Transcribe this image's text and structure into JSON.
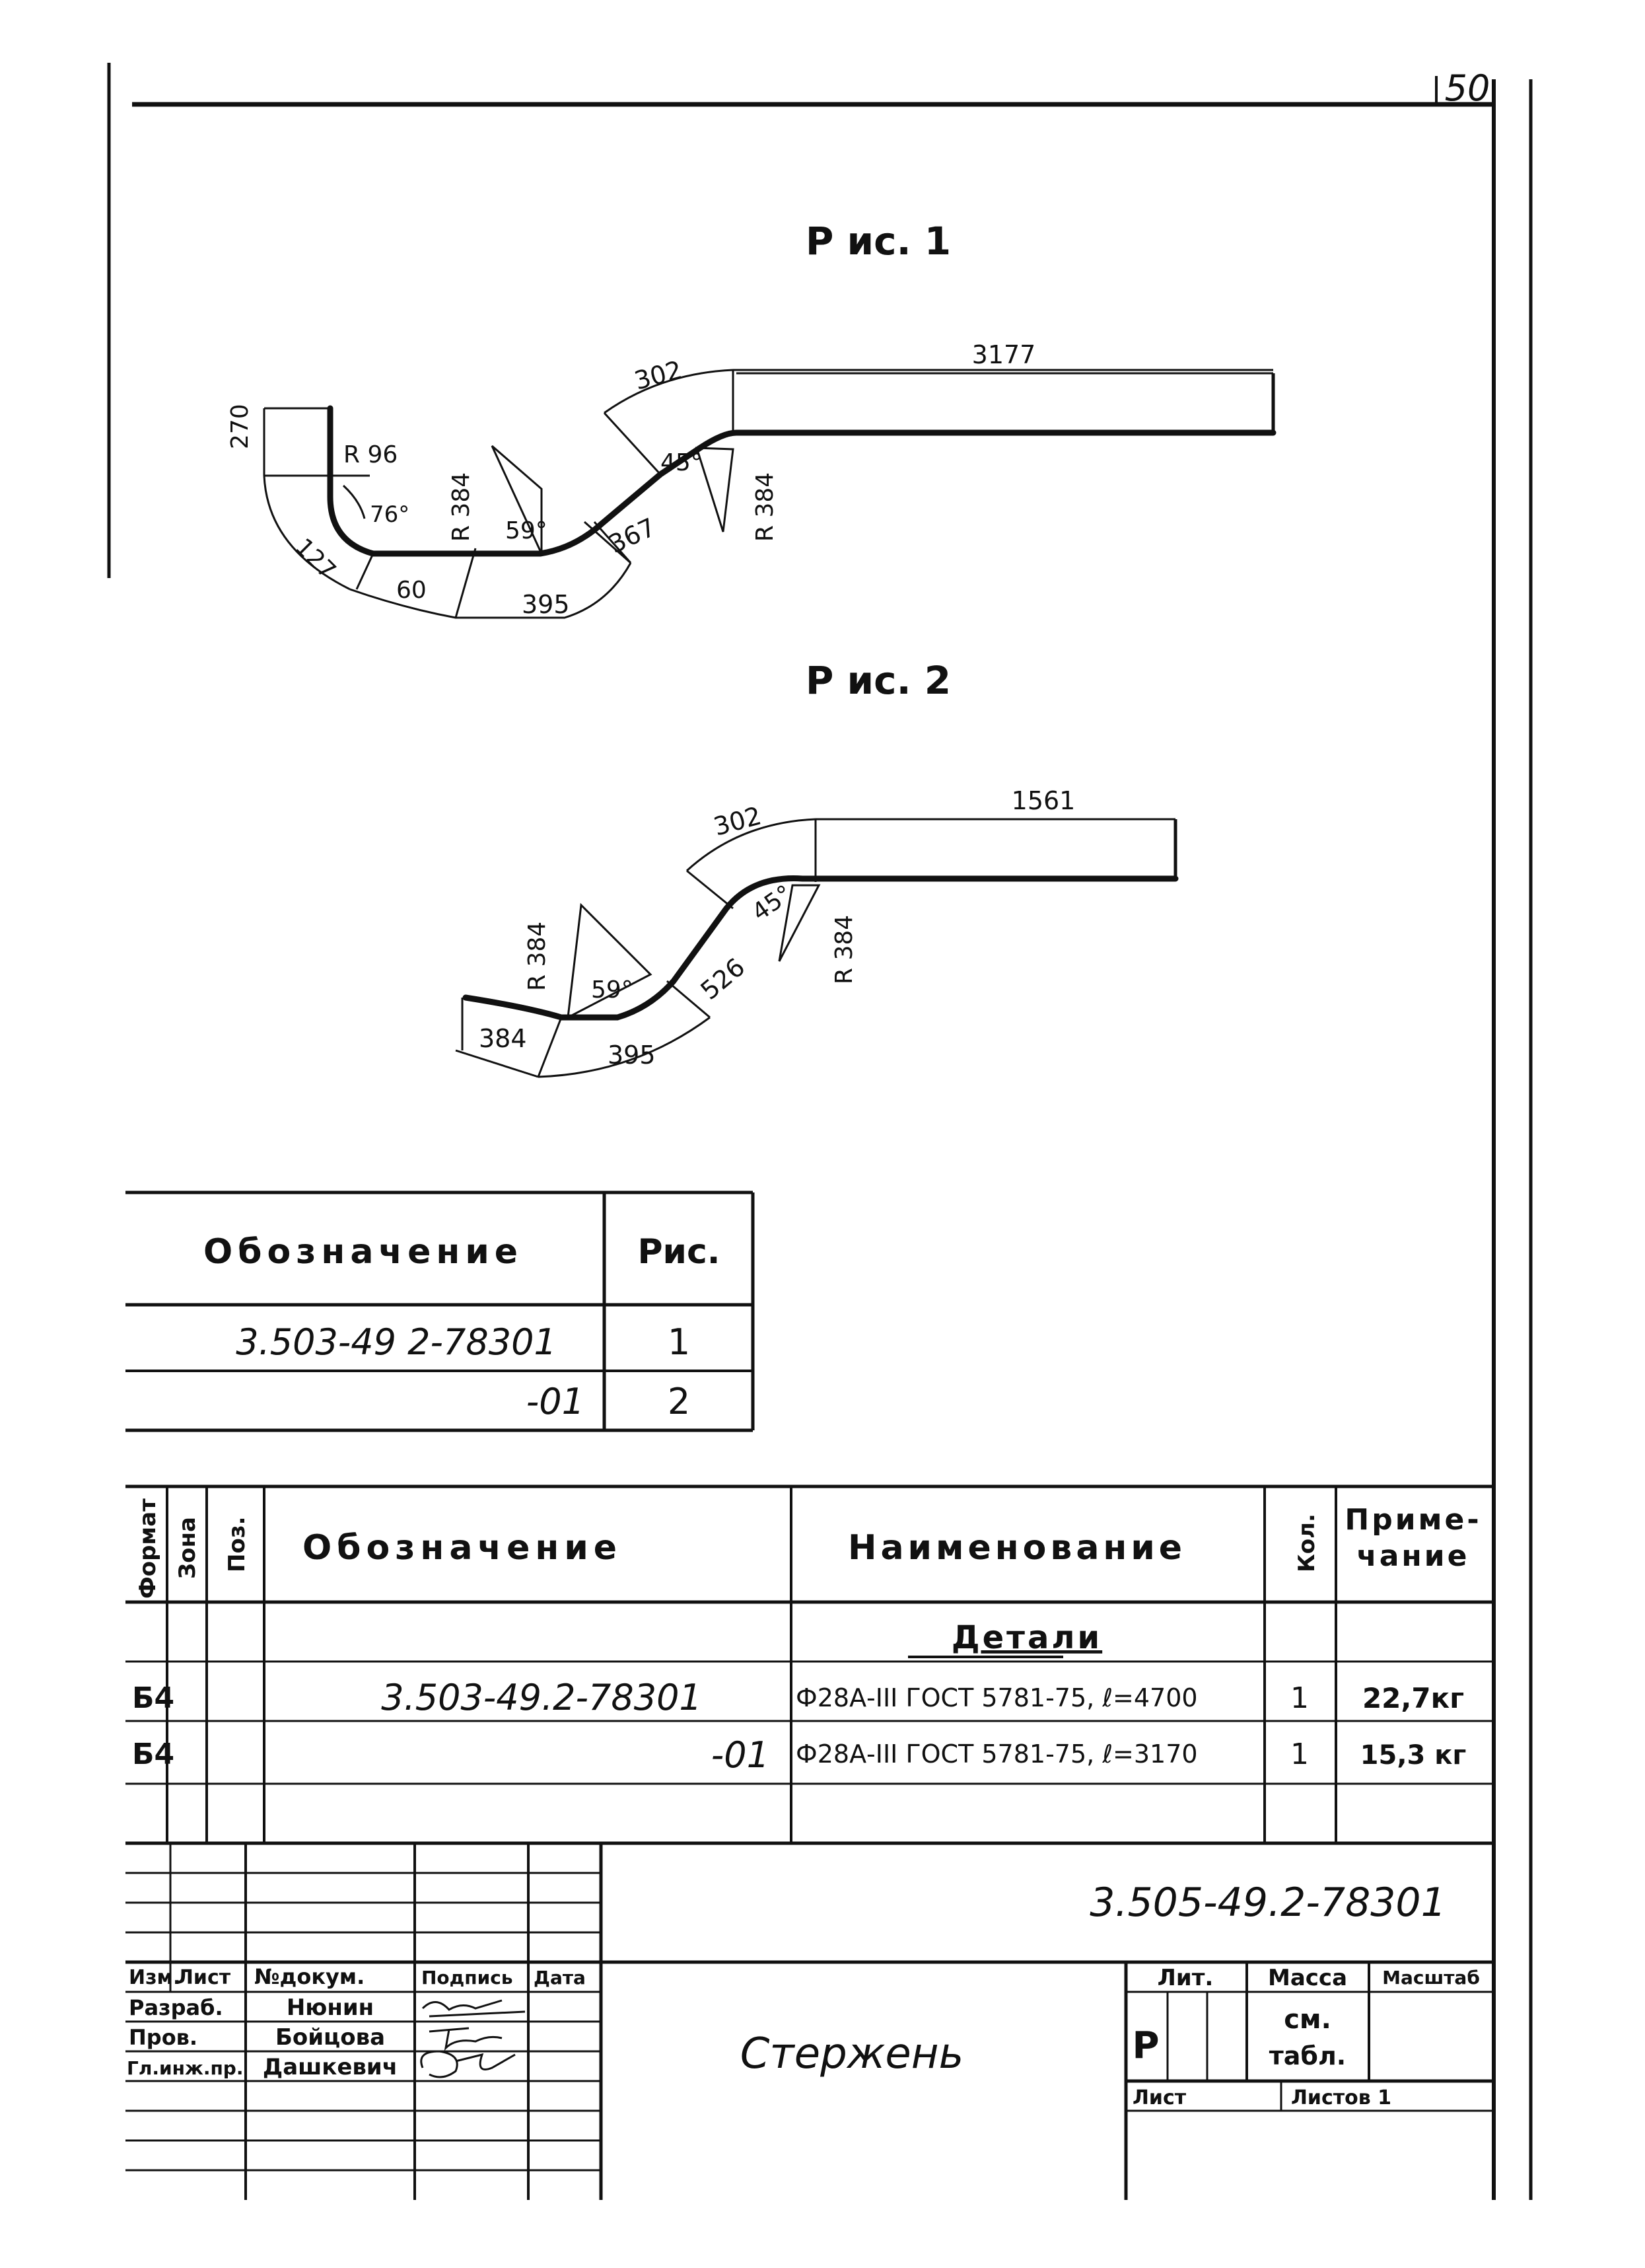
{
  "page_number": "50",
  "figure1": {
    "title": "Р ис. 1",
    "dims": {
      "d270": "270",
      "r96": "R 96",
      "a76": "76°",
      "r384a": "R 384",
      "a59": "59°",
      "d367": "367",
      "a45": "45°",
      "r384b": "R 384",
      "d302": "302",
      "d3177": "3177",
      "d127": "127",
      "d60": "60",
      "d395": "395"
    }
  },
  "figure2": {
    "title": "Р ис. 2",
    "dims": {
      "d302": "302",
      "d1561": "1561",
      "r384a": "R 384",
      "a59": "59°",
      "d526": "526",
      "a45": "45°",
      "r384b": "R 384",
      "d384": "384",
      "d395": "395"
    }
  },
  "figure_table": {
    "headers": {
      "designation": "Обозначение",
      "figure": "Рис."
    },
    "rows": [
      {
        "designation": "3.503-49 2-78301",
        "figure": "1"
      },
      {
        "designation": "-01",
        "figure": "2"
      }
    ]
  },
  "spec_table": {
    "headers": {
      "format": "Формат",
      "zone": "Зона",
      "pos": "Поз.",
      "designation": "Обозначение",
      "name": "Наименование",
      "qty": "Кол.",
      "note1": "Приме-",
      "note2": "чание"
    },
    "section": "Детали",
    "rows": [
      {
        "format": "Б4",
        "designation": "3.503-49.2-78301",
        "name": "Ф28А-III ГОСТ 5781-75, ℓ=4700",
        "qty": "1",
        "note": "22,7кг"
      },
      {
        "format": "Б4",
        "designation": "-01",
        "name": "Ф28А-III ГОСТ 5781-75, ℓ=3170",
        "qty": "1",
        "note": "15,3 кг"
      }
    ]
  },
  "stamp": {
    "doc_code": "3.505-49.2-78301",
    "title": "Стержень",
    "col_headers": {
      "izm": "Изм.",
      "list": "Лист",
      "doc": "№докум.",
      "sign": "Подпись",
      "date": "Дата"
    },
    "people": [
      {
        "role": "Разраб.",
        "name": "Нюнин"
      },
      {
        "role": "Пров.",
        "name": "Бойцова"
      },
      {
        "role": "Гл.инж.пр.",
        "name": "Дашкевич"
      }
    ],
    "lit_label": "Лит.",
    "mass_label": "Масса",
    "scale_label": "Масштаб",
    "lit_value": "Р",
    "mass_value_1": "см.",
    "mass_value_2": "табл.",
    "sheet_label": "Лист",
    "sheets_label": "Листов 1"
  }
}
